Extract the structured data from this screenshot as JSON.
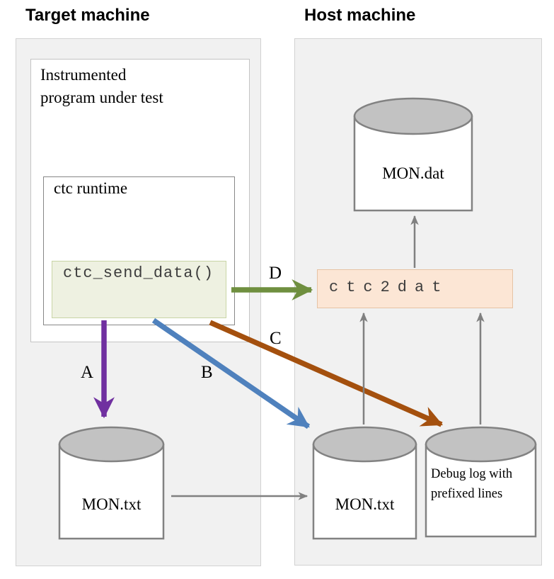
{
  "titles": {
    "target": "Target machine",
    "host": "Host machine"
  },
  "boxes": {
    "instrumented": "Instrumented program under test",
    "ctc_runtime": "ctc runtime",
    "ctc_send_data": "ctc_send_data()",
    "ctc2dat": "ctc2dat"
  },
  "cylinders": {
    "mon_dat": "MON.dat",
    "mon_txt_target": "MON.txt",
    "mon_txt_host": "MON.txt",
    "debug_log": "Debug log with prefixed lines"
  },
  "arrows": {
    "a": {
      "label": "A",
      "color": "#7030a0"
    },
    "b": {
      "label": "B",
      "color": "#4f81bd"
    },
    "c": {
      "label": "C",
      "color": "#a4500e"
    },
    "d": {
      "label": "D",
      "color": "#6f8f3f"
    },
    "gray": {
      "color": "#808080"
    }
  },
  "shape_colors": {
    "cylinder_top_fill": "#c2c2c2",
    "cylinder_stroke": "#828282",
    "send_data_fill": "#eef1e1",
    "send_data_border": "#c9d5a6",
    "ctc2dat_fill": "#fce6d5",
    "ctc2dat_border": "#e6c3a5"
  }
}
